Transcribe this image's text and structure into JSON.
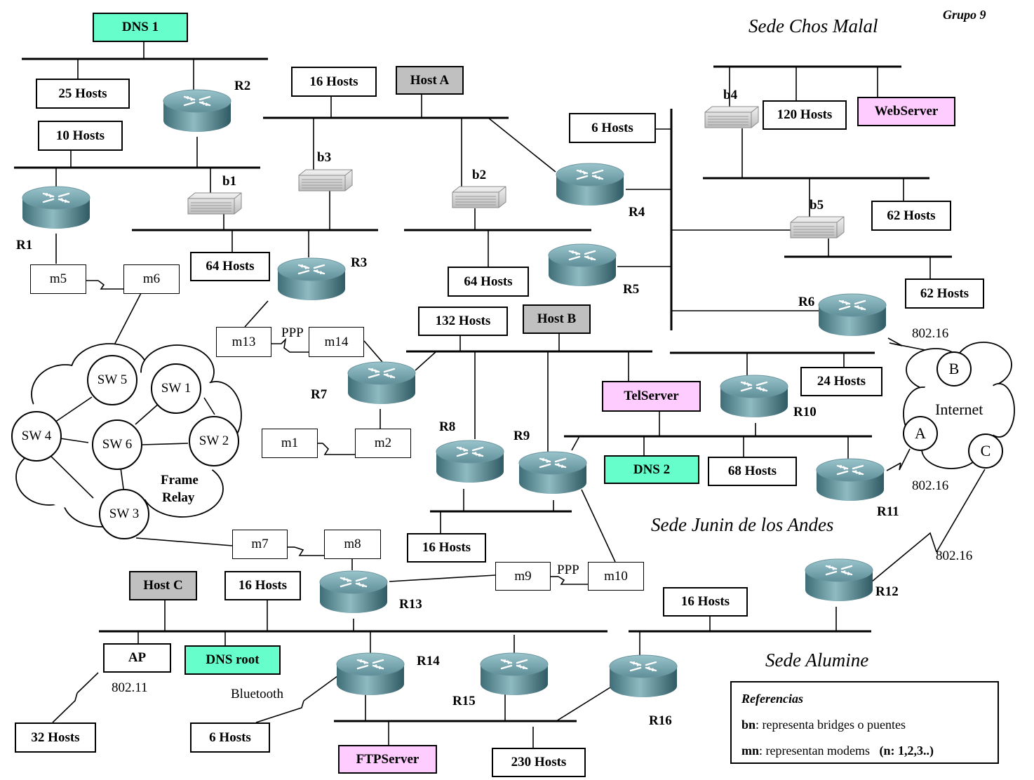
{
  "group_label": "Grupo 9",
  "sites": {
    "chos_malal": "Sede Chos Malal",
    "junin": "Sede Junin de los Andes",
    "alumine": "Sede Alumine"
  },
  "routers": [
    "R1",
    "R2",
    "R3",
    "R4",
    "R5",
    "R6",
    "R7",
    "R8",
    "R9",
    "R10",
    "R11",
    "R12",
    "R13",
    "R14",
    "R15",
    "R16"
  ],
  "bridges": [
    "b1",
    "b2",
    "b3",
    "b4",
    "b5"
  ],
  "boxes": {
    "dns1": "DNS 1",
    "dns2": "DNS 2",
    "dnsroot": "DNS root",
    "webserver": "WebServer",
    "telserver": "TelServer",
    "ftpserver": "FTPServer",
    "hosta": "Host A",
    "hostb": "Host B",
    "hostc": "Host C",
    "ap": "AP",
    "h25": "25 Hosts",
    "h10": "10 Hosts",
    "h16a": "16 Hosts",
    "h64a": "64 Hosts",
    "h64b": "64 Hosts",
    "h6a": "6 Hosts",
    "h120": "120 Hosts",
    "h62a": "62 Hosts",
    "h62b": "62 Hosts",
    "h132": "132 Hosts",
    "h24": "24 Hosts",
    "h68": "68 Hosts",
    "h16b": "16 Hosts",
    "h16c": "16 Hosts",
    "h16d": "16 Hosts",
    "h32": "32 Hosts",
    "h6b": "6 Hosts",
    "h230": "230 Hosts"
  },
  "modems": {
    "m1": "m1",
    "m2": "m2",
    "m5": "m5",
    "m6": "m6",
    "m7": "m7",
    "m8": "m8",
    "m9": "m9",
    "m10": "m10",
    "m13": "m13",
    "m14": "m14"
  },
  "switches": [
    "SW 5",
    "SW 1",
    "SW 4",
    "SW 6",
    "SW 2",
    "SW 3"
  ],
  "frame_relay": [
    "Frame",
    "Relay"
  ],
  "internet": {
    "label": "Internet",
    "nodes": [
      "A",
      "B",
      "C"
    ]
  },
  "link_labels": {
    "ppp1": "PPP",
    "ppp2": "PPP",
    "w80216a": "802.16",
    "w80216b": "802.16",
    "w80216c": "802.16",
    "w80211": "802.11",
    "bluetooth": "Bluetooth"
  },
  "references": {
    "title": "Referencias",
    "bn_key": "bn",
    "bn_text": ": representa bridges o puentes",
    "mn_key": "mn",
    "mn_text": ": representan modems",
    "mn_note": "(n: 1,2,3..)"
  }
}
